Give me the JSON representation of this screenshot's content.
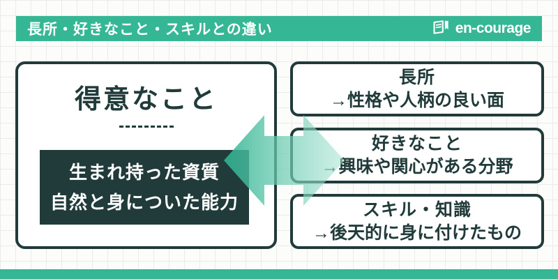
{
  "colors": {
    "teal": "#35b795",
    "dark": "#203b39",
    "card_bg": "#ffffff",
    "page_bg": "#fcfcfb",
    "grid_line": "#ebebea",
    "arrow_gradient_start": "#2fb392",
    "arrow_gradient_end": "#a9e4d1"
  },
  "header": {
    "title": "長所・好きなこと・スキルとの違い",
    "logo": {
      "icon": "book-icon",
      "text": "en-courage"
    }
  },
  "diagram": {
    "left_card": {
      "title": "得意なこと",
      "note_lines": [
        "生まれ持った資質",
        "自然と身についた能力"
      ]
    },
    "arrow": "double-headed-horizontal-arrow",
    "right_cards": [
      {
        "title": "長所",
        "description": "→性格や人柄の良い面"
      },
      {
        "title": "好きなこと",
        "description": "→興味や関心がある分野"
      },
      {
        "title": "スキル・知識",
        "description": "→後天的に身に付けたもの"
      }
    ]
  }
}
